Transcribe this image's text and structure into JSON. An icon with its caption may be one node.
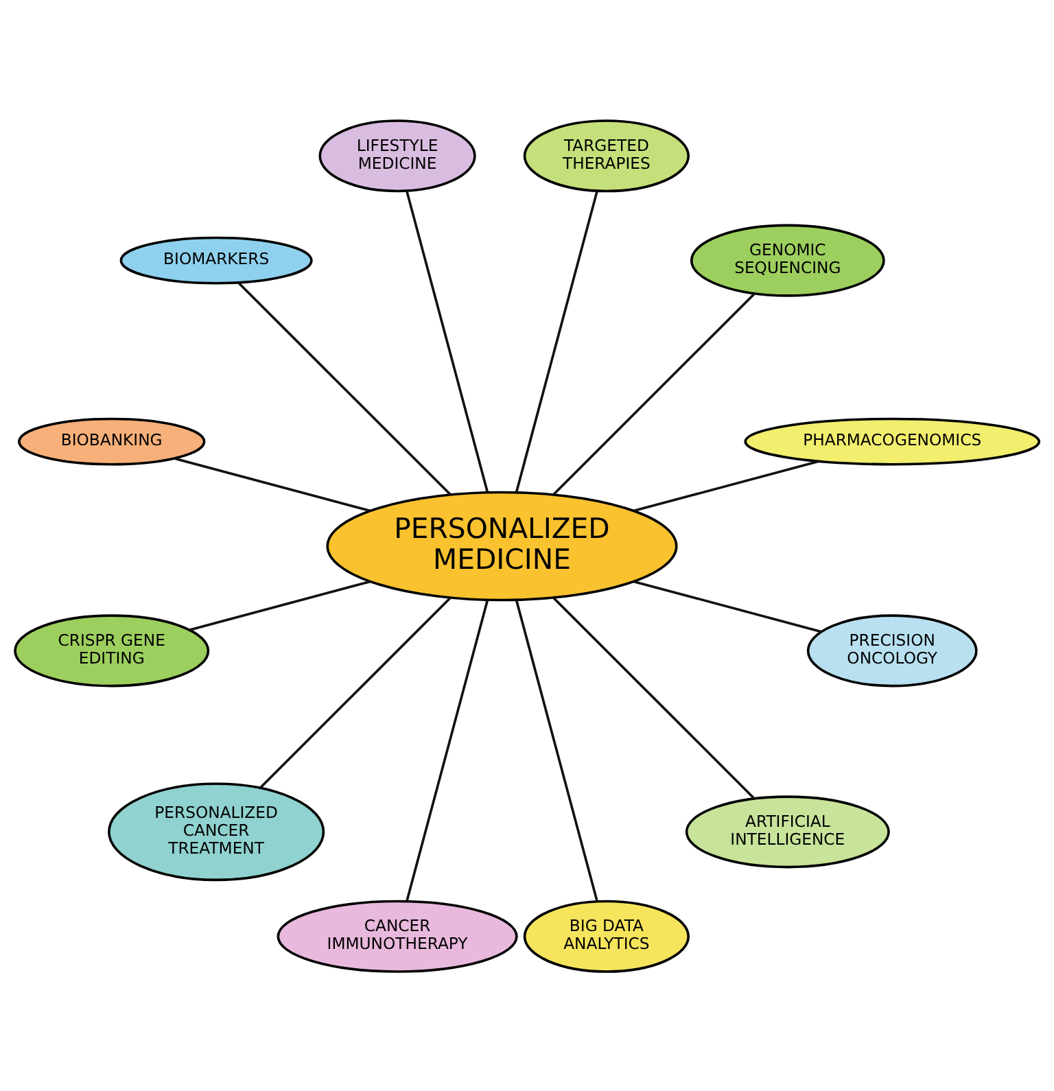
{
  "diagram": {
    "nodes": [
      {
        "text": [
          "PERSONALIZED MEDICINE"
        ]
      },
      {
        "text": [
          "PHARMACOGENOMICS"
        ]
      },
      {
        "text": [
          "GENOMIC SEQUENCING"
        ]
      },
      {
        "text": [
          "TARGETED THERAPIES"
        ]
      },
      {
        "text": [
          "LIFESTYLE MEDICINE"
        ]
      },
      {
        "text": [
          "BIOMARKERS"
        ]
      },
      {
        "text": [
          "BIOBANKING"
        ]
      },
      {
        "text": [
          "CRISPR GENE EDITING"
        ]
      },
      {
        "text": [
          "PERSONALIZED CANCER TREATMENT"
        ]
      },
      {
        "text": [
          "CANCER IMMUNOTHERAPY"
        ]
      },
      {
        "text": [
          "BIG DATA ANALYTICS"
        ]
      },
      {
        "text": [
          "ARTIFICIAL INTELLIGENCE"
        ]
      },
      {
        "text": [
          "PRECISION ONCOLOGY"
        ]
      }
    ],
    "edges": [
      {
        "from": 0,
        "to": 1,
        "arrow": "none"
      },
      {
        "from": 0,
        "to": 2,
        "arrow": "none"
      },
      {
        "from": 0,
        "to": 3,
        "arrow": "none"
      },
      {
        "from": 0,
        "to": 4,
        "arrow": "none"
      },
      {
        "from": 0,
        "to": 5,
        "arrow": "none"
      },
      {
        "from": 0,
        "to": 6,
        "arrow": "none"
      },
      {
        "from": 0,
        "to": 7,
        "arrow": "none"
      },
      {
        "from": 0,
        "to": 8,
        "arrow": "none"
      },
      {
        "from": 0,
        "to": 9,
        "arrow": "none"
      },
      {
        "from": 0,
        "to": 10,
        "arrow": "none"
      },
      {
        "from": 0,
        "to": 11,
        "arrow": "none"
      },
      {
        "from": 0,
        "to": 12,
        "arrow": "none"
      }
    ]
  }
}
